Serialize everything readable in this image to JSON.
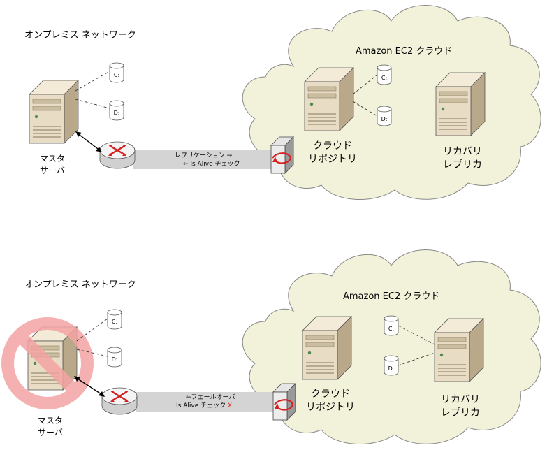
{
  "top": {
    "network_title": "オンプレミス ネットワーク",
    "cloud_title": "Amazon EC2 クラウド",
    "master_label_line1": "マスタ",
    "master_label_line2": "サーバ",
    "cloud_repo_line1": "クラウド",
    "cloud_repo_line2": "リポジトリ",
    "recovery_line1": "リカバリ",
    "recovery_line2": "レプリカ",
    "replication_text": "レプリケーション →",
    "is_alive_text": "← Is Alive チェック",
    "disk_c_label": "C:",
    "disk_d_label": "D:"
  },
  "bottom": {
    "network_title": "オンプレミス ネットワーク",
    "cloud_title": "Amazon EC2 クラウド",
    "master_label_line1": "マスタ",
    "master_label_line2": "サーバ",
    "cloud_repo_line1": "クラウド",
    "cloud_repo_line2": "リポジトリ",
    "recovery_line1": "リカバリ",
    "recovery_line2": "レプリカ",
    "failover_text": "←フェールオーバ",
    "is_alive_text": "Is Alive チェック",
    "is_alive_x": "X",
    "disk_c_label": "C:",
    "disk_d_label": "D:"
  },
  "colors": {
    "server_front": "#e8dcc4",
    "server_side": "#b9a98a",
    "cloud_fill": "#f2f2da",
    "tunnel": "#d4d4d4",
    "blocked": "#f4a4a4",
    "router_arrows": "#d42020",
    "alert_x": "#e0201c"
  }
}
